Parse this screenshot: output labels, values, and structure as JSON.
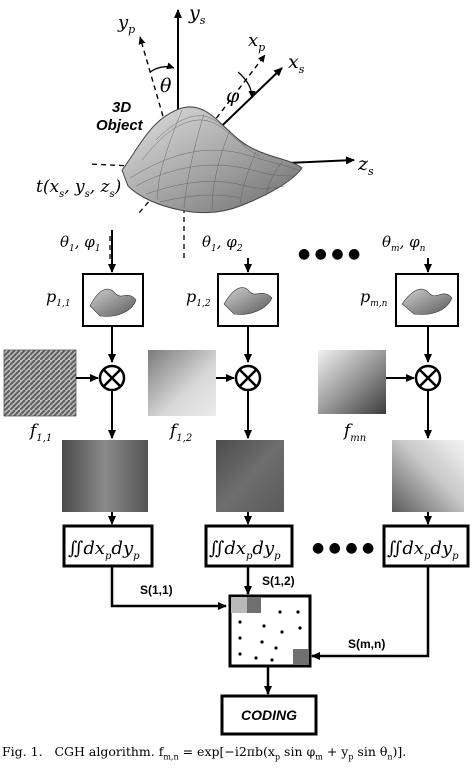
{
  "axes": {
    "ys": "y",
    "ys_sub": "s",
    "yp": "y",
    "yp_sub": "p",
    "xp": "x",
    "xp_sub": "p",
    "xs": "x",
    "xs_sub": "s",
    "zs": "z",
    "zs_sub": "s",
    "theta": "θ",
    "phi": "φ"
  },
  "object": {
    "title_line1": "3D",
    "title_line2": "Object",
    "func": "t(x",
    "func_rest": ", y",
    "func_rest2": ", z",
    "func_close": ")"
  },
  "angles": {
    "a1": "θ",
    "a1_sub": "1",
    "a1_sep": ", φ",
    "a1_sub2": "1",
    "a2": "θ",
    "a2_sub": "1",
    "a2_sep": ", φ",
    "a2_sub2": "2",
    "a3": "θ",
    "a3_sub": "m",
    "a3_sep": ", φ",
    "a3_sub2": "n",
    "dots": "● ● ● ●"
  },
  "projections": {
    "p1": "p",
    "p1_sub": "1,1",
    "p2": "p",
    "p2_sub": "1,2",
    "p3": "p",
    "p3_sub": "m,n"
  },
  "filters": {
    "f1": "f",
    "f1_sub": "1,1",
    "f2": "f",
    "f2_sub": "1,2",
    "f3": "f",
    "f3_sub": "mn"
  },
  "integrals": {
    "i1": "∬dx",
    "i1_sub": "p",
    "i1_b": "dy",
    "i1_sub2": "p",
    "i2": "∬dx",
    "i2_sub": "p",
    "i2_b": "dy",
    "i2_sub2": "p",
    "i3": "∬dx",
    "i3_sub": "p",
    "i3_b": "dy",
    "i3_sub2": "p",
    "dots": "● ● ● ●"
  },
  "outputs": {
    "s1": "S(1,1)",
    "s2": "S(1,2)",
    "s3": "S(m,n)"
  },
  "coding": "CODING",
  "caption": {
    "fig": "Fig. 1.",
    "text": "CGH algorithm. f",
    "text_sub": "m,n",
    "text_eq": " = exp[−i2πb(x",
    "text_sub2": "p",
    "text_sin1": " sin φ",
    "text_sub3": "m",
    "text_plus": " + y",
    "text_sub4": "p",
    "text_sin2": " sin θ",
    "text_sub5": "n",
    "text_end": ")]."
  },
  "colors": {
    "ink": "#000000",
    "surface_light": "#d6d6d6",
    "surface_dark": "#6c6c6c",
    "matrix_light": "#b9b9b9",
    "matrix_dark": "#6f6f6f"
  }
}
